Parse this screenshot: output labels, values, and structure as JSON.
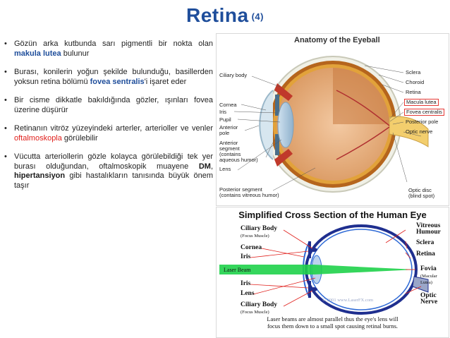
{
  "slide": {
    "title": "Retina",
    "title_num": "(4)"
  },
  "bullets": [
    {
      "pre": "Gözün arka kutbunda sarı pigmentli bir nokta olan ",
      "hl": "makula lutea",
      "post": " bulunur"
    },
    {
      "pre": "Burası, konilerin yoğun şekilde bulunduğu, basillerden yoksun retina bölümü ",
      "hl": "fovea sentralis",
      "post": "'i işaret eder"
    },
    {
      "text": "Bir cisme dikkatle bakıldığında gözler, ışınları fovea üzerine düşürür"
    },
    {
      "pre": "Retinanın vitröz yüzeyindeki arterler, arterioller ve venler ",
      "hl": "oftalmoskopla",
      "post": " görülebilir"
    },
    {
      "pre": "Vücutta arteriollerin gözle kolayca görülebildiği tek yer burası olduğundan, oftalmoskopik muayene ",
      "b1": "DM",
      "mid": ", ",
      "b2": "hipertansiyon",
      "post": " gibi hastalıkların tanısında büyük önem taşır"
    }
  ],
  "anatomy": {
    "title": "Anatomy of the Eyeball",
    "left_labels": {
      "ciliary": "Ciliary body",
      "cornea": "Cornea",
      "iris": "Iris",
      "pupil": "Pupil",
      "anterior_pole": "Anterior\npole",
      "anterior_segment": "Anterior\nsegment\n(contains\naqueous humor)",
      "lens": "Lens",
      "posterior_segment": "Posterior segment\n(contains vitreous humor)"
    },
    "right_labels": {
      "sclera": "Sclera",
      "choroid": "Choroid",
      "retina": "Retina",
      "macula": "Macula lutea",
      "fovea": "Fovea centralis",
      "posterior_pole": "Posterior pole",
      "optic_nerve": "Optic nerve",
      "optic_disc": "Optic disc\n(blind spot)"
    }
  },
  "cross": {
    "title": "Simplified Cross Section of the Human Eye",
    "ciliary_top": "Ciliary Body",
    "ciliary_top_sub": "(Focus Muscle)",
    "cornea": "Cornea",
    "iris_top": "Iris",
    "laser": "Laser Beam",
    "iris_bottom": "Iris",
    "lens": "Lens",
    "ciliary_bottom": "Ciliary Body",
    "ciliary_bottom_sub": "(Focus Muscle)",
    "vitreous": "Vitreous\nHumour",
    "sclera": "Sclera",
    "retina": "Retina",
    "fovia": "Fovia",
    "fovia_sub": "(Macular\nLutea)",
    "optic_nerve": "Optic\nNerve",
    "watermark": "© 2001 www.LaserFX.com",
    "caption": "Laser beams are almost parallel thus the eye's lens will\nfocus them down to a small spot causing retinal burns."
  }
}
